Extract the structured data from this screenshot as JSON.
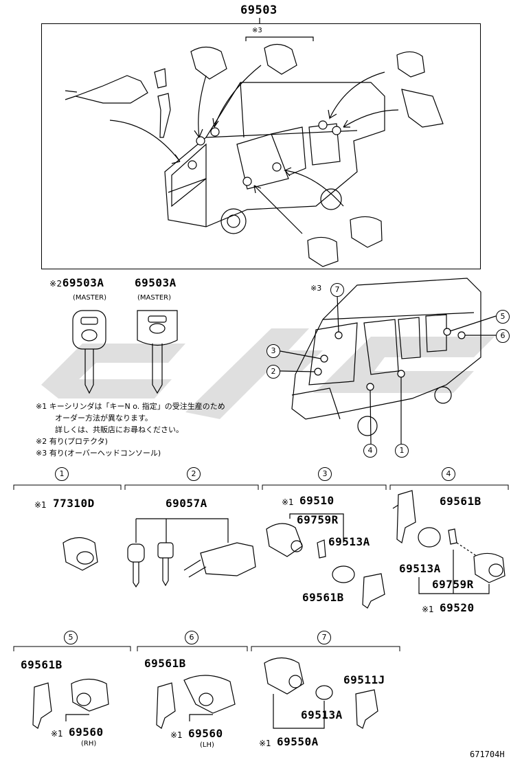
{
  "main_part": "69503",
  "top_group_mark": "※3",
  "keys": [
    {
      "prefix": "※2",
      "part": "69503A",
      "label": "(MASTER)"
    },
    {
      "prefix": "",
      "part": "69503A",
      "label": "(MASTER)"
    }
  ],
  "van_mark": "※3",
  "callouts": [
    "1",
    "2",
    "3",
    "4",
    "5",
    "6",
    "7"
  ],
  "notes": [
    "※1 キーシリンダは「キーN o. 指定」の受注生産のため",
    "オーダー方法が異なります。",
    "詳しくは、共販店にお尋ねください。",
    "※2 有り(プロテクタ)",
    "※3 有り(オーバーヘッドコンソール)"
  ],
  "sections": {
    "s1": {
      "num": "1",
      "mark": "※1",
      "part": "77310D"
    },
    "s2": {
      "num": "2",
      "part": "69057A"
    },
    "s3": {
      "num": "3",
      "mark": "※1",
      "parts": [
        "69510",
        "69759R",
        "69513A",
        "69561B"
      ]
    },
    "s4": {
      "num": "4",
      "parts": [
        "69561B",
        "69513A",
        "69759R"
      ],
      "mark": "※1",
      "assembly": "69520"
    },
    "s5": {
      "num": "5",
      "parts": [
        "69561B"
      ],
      "mark": "※1",
      "assembly": "69560",
      "side": "(RH)"
    },
    "s6": {
      "num": "6",
      "parts": [
        "69561B"
      ],
      "mark": "※1",
      "assembly": "69560",
      "side": "(LH)"
    },
    "s7": {
      "num": "7",
      "parts": [
        "69511J",
        "69513A"
      ],
      "mark": "※1",
      "assembly": "69550A"
    }
  },
  "footer_code": "671704H",
  "colors": {
    "ink": "#000000",
    "watermark": "#d8d8d8"
  }
}
